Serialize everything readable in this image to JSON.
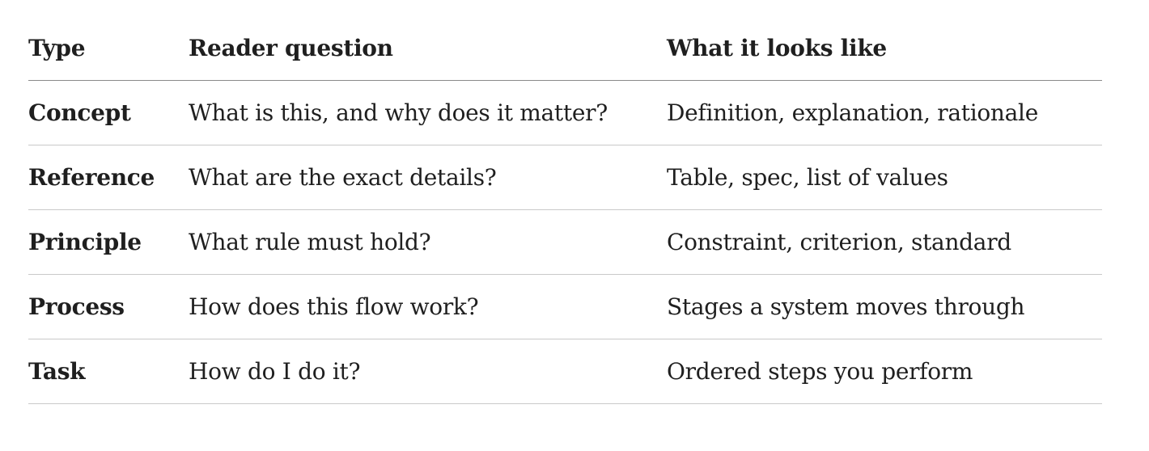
{
  "table": {
    "headers": {
      "type": "Type",
      "question": "Reader question",
      "looks": "What it looks like"
    },
    "rows": [
      {
        "type": "Concept",
        "question": "What is this, and why does it matter?",
        "looks": "Definition, explanation, rationale"
      },
      {
        "type": "Reference",
        "question": "What are the exact details?",
        "looks": "Table, spec, list of values"
      },
      {
        "type": "Principle",
        "question": "What rule must hold?",
        "looks": "Constraint, criterion, standard"
      },
      {
        "type": "Process",
        "question": "How does this flow work?",
        "looks": "Stages a system moves through"
      },
      {
        "type": "Task",
        "question": "How do I do it?",
        "looks": "Ordered steps you perform"
      }
    ]
  }
}
